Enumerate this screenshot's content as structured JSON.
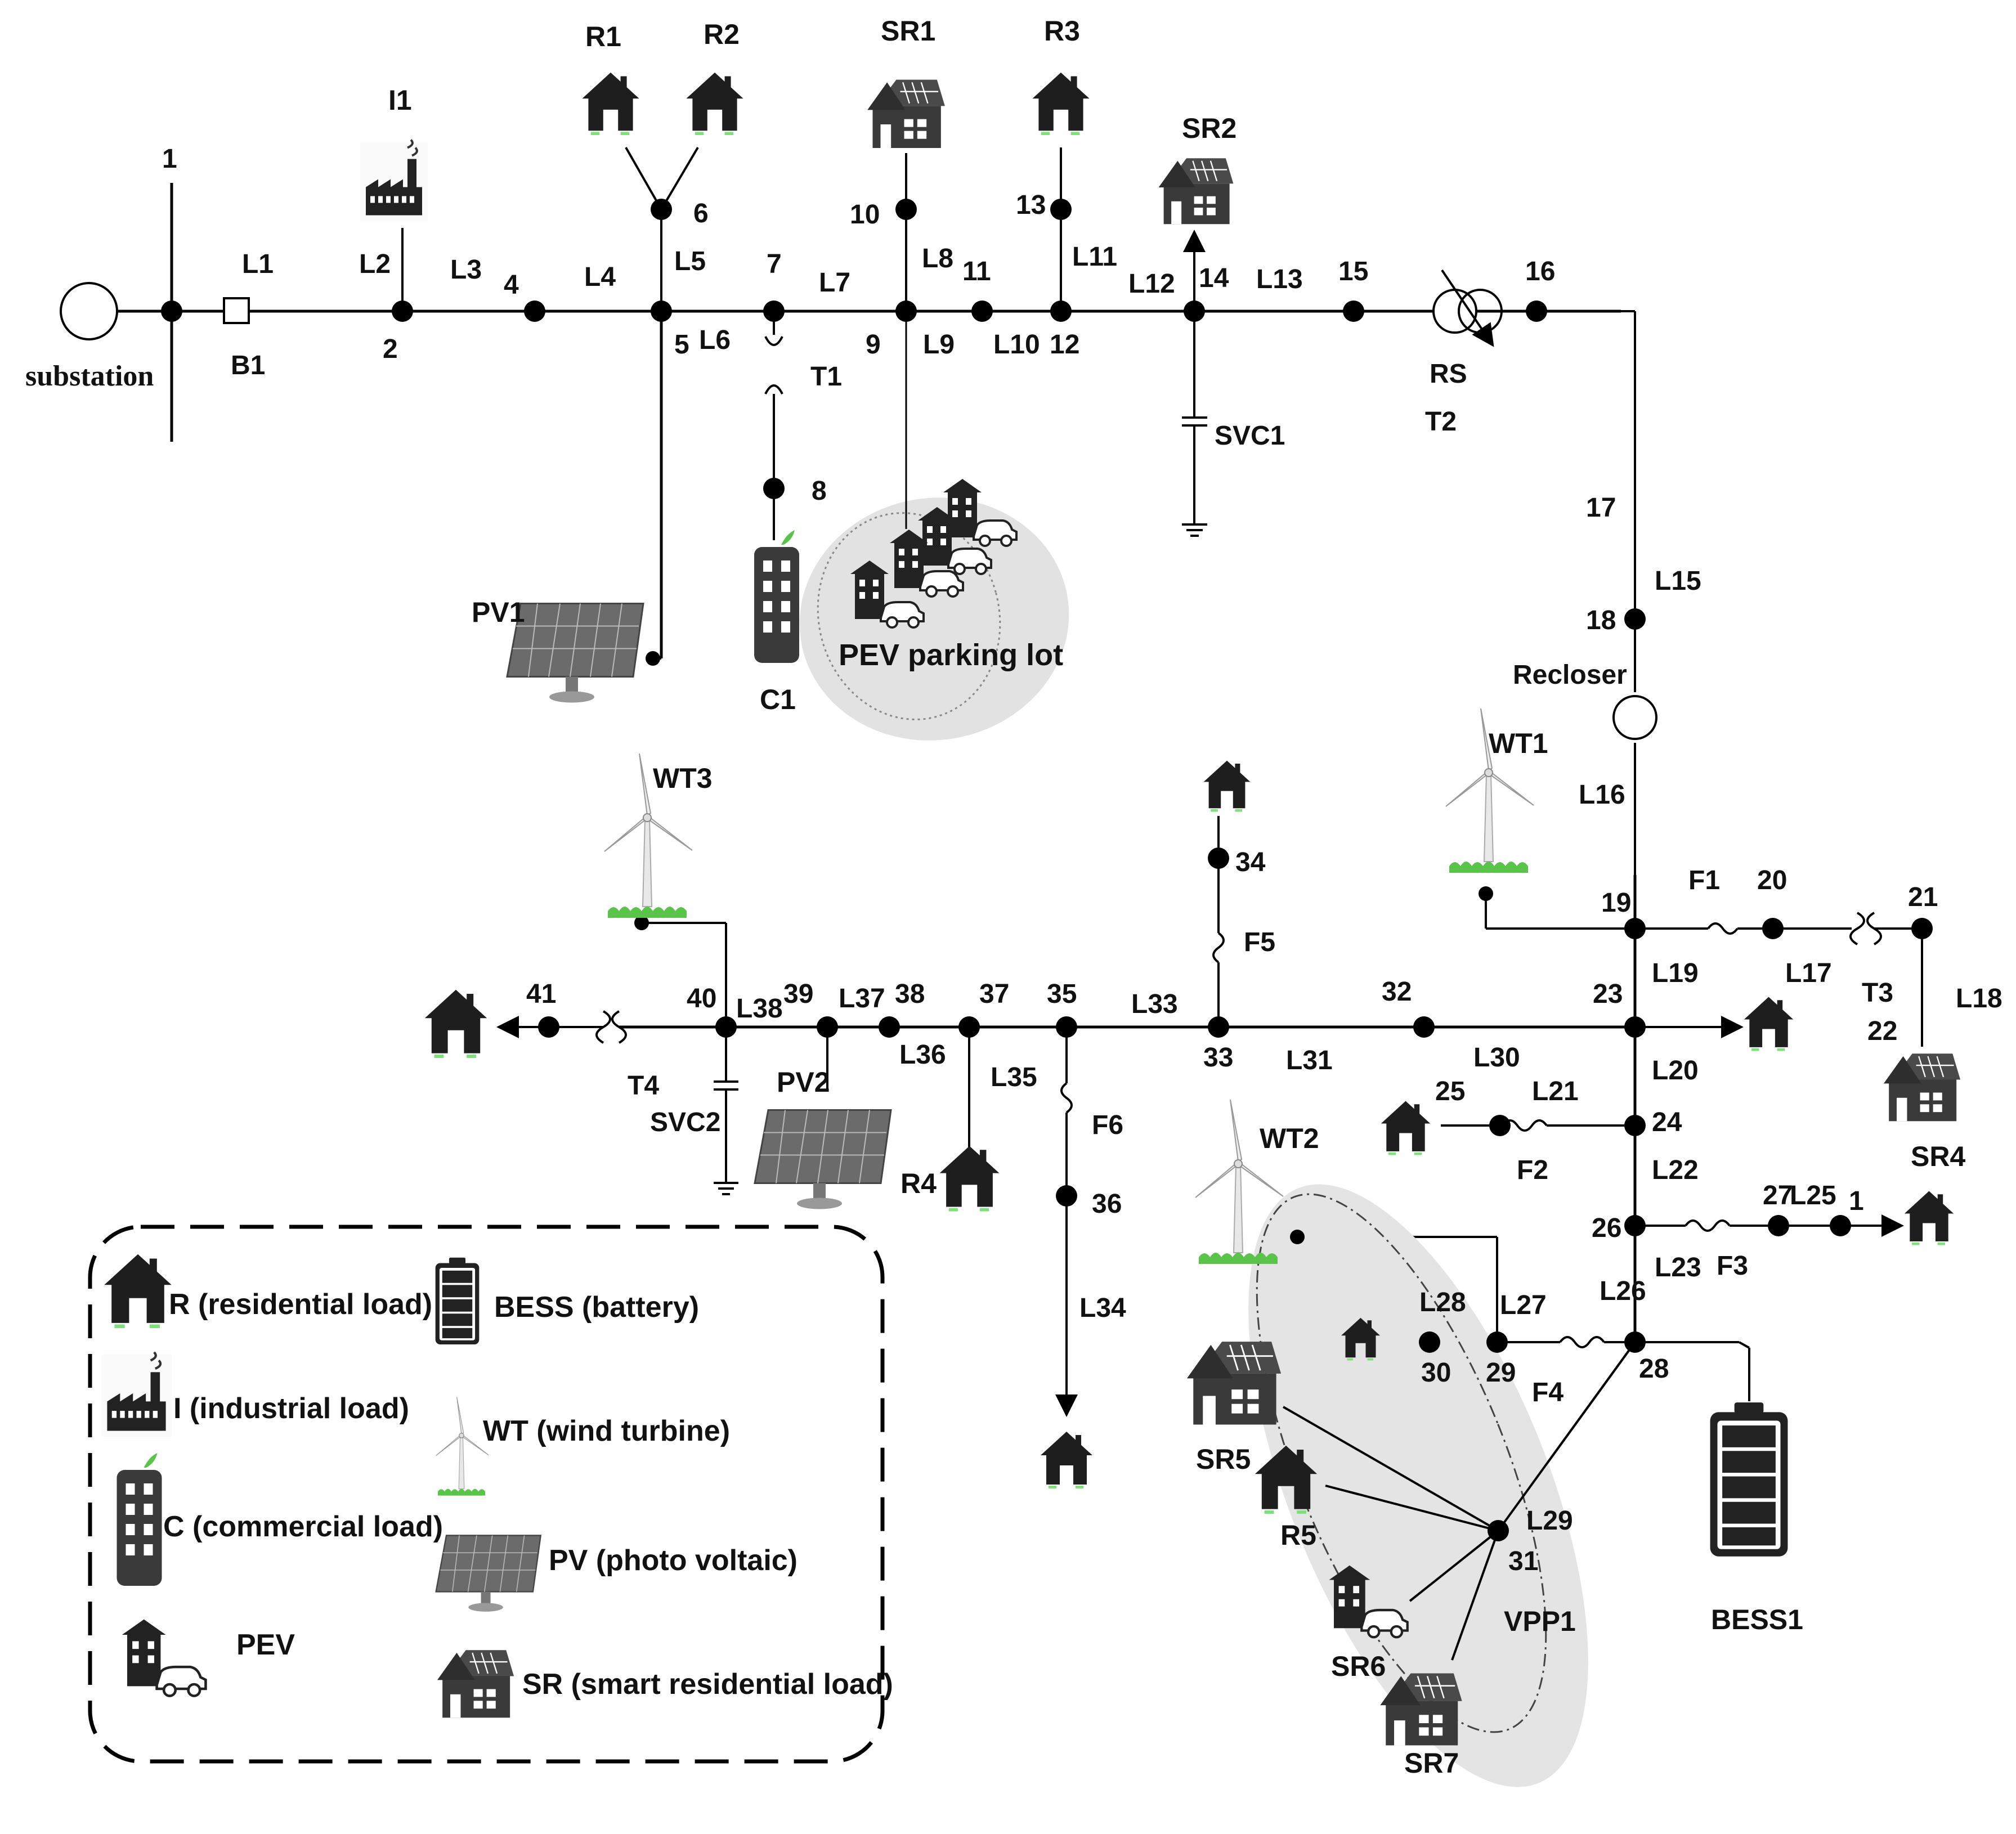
{
  "title": "",
  "substation_label": "substation",
  "bus_labels": [
    "1",
    "2",
    "4",
    "5",
    "6",
    "7",
    "8",
    "9",
    "10",
    "11",
    "12",
    "13",
    "14",
    "15",
    "16",
    "17",
    "18",
    "19",
    "20",
    "21",
    "22",
    "23",
    "24",
    "25",
    "26",
    "27",
    "1",
    "28",
    "29",
    "30",
    "31",
    "32",
    "33",
    "34",
    "35",
    "36",
    "37",
    "38",
    "39",
    "40",
    "41"
  ],
  "line_labels": [
    "L1",
    "L2",
    "L3",
    "L4",
    "L5",
    "L6",
    "L7",
    "L8",
    "L9",
    "L10",
    "L11",
    "L12",
    "L13",
    "L15",
    "L16",
    "L17",
    "L18",
    "L19",
    "L20",
    "L21",
    "L22",
    "L23",
    "L25",
    "L26",
    "L27",
    "L28",
    "L29",
    "L30",
    "L31",
    "L33",
    "L34",
    "L35",
    "L36",
    "L37",
    "L38"
  ],
  "device_labels": {
    "breaker": "B1",
    "transformers": [
      "T1",
      "T2",
      "T3",
      "T4"
    ],
    "regulator": "RS",
    "svc": [
      "SVC1",
      "SVC2"
    ],
    "recloser": "Recloser",
    "fuses": [
      "F1",
      "F2",
      "F3",
      "F4",
      "F5",
      "F6"
    ]
  },
  "component_labels": {
    "industrial": "I1",
    "residential": [
      "R1",
      "R2",
      "R3",
      "R4",
      "R5"
    ],
    "smart_residential": [
      "SR1",
      "SR2",
      "SR4",
      "SR5",
      "SR6",
      "SR7"
    ],
    "commercial": "C1",
    "pv": [
      "PV1",
      "PV2"
    ],
    "wind": [
      "WT1",
      "WT2",
      "WT3"
    ],
    "battery": "BESS1",
    "vpp": "VPP1",
    "parking": "PEV parking lot"
  },
  "legend": {
    "items": [
      {
        "icon": "house-icon",
        "text": "R (residential load)"
      },
      {
        "icon": "factory-icon",
        "text": "I (industrial load)"
      },
      {
        "icon": "office-building-icon",
        "text": "C (commercial load)"
      },
      {
        "icon": "pev-icon",
        "text": "PEV"
      },
      {
        "icon": "battery-icon",
        "text": "BESS (battery)"
      },
      {
        "icon": "wind-turbine-icon",
        "text": "WT (wind turbine)"
      },
      {
        "icon": "solar-panel-icon",
        "text": "PV (photo voltaic)"
      },
      {
        "icon": "smart-house-icon",
        "text": "SR (smart residential load)"
      }
    ]
  },
  "colors": {
    "line": "#000000",
    "icon": "#2b2b2b",
    "grass": "#5ac34a",
    "shade": "#e2e2e2"
  }
}
